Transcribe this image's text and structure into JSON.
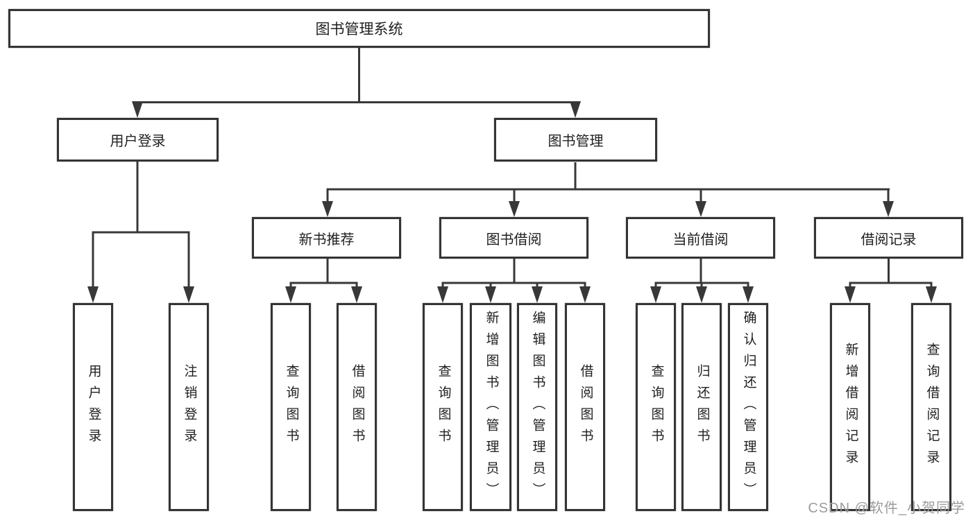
{
  "diagram": {
    "root": "图书管理系统",
    "level2": {
      "user_login": "用户登录",
      "book_mgmt": "图书管理"
    },
    "level3": {
      "new_book_rec": "新书推荐",
      "book_borrow": "图书借阅",
      "current_borrow": "当前借阅",
      "borrow_record": "借阅记录"
    },
    "leaves": [
      "用户登录",
      "注销登录",
      "查询图书",
      "借阅图书",
      "查询图书",
      "新增图书（管理员）",
      "编辑图书（管理员）",
      "借阅图书",
      "查询图书",
      "归还图书",
      "确认归还（管理员）",
      "新增借阅记录",
      "查询借阅记录"
    ],
    "watermark": "CSDN @软件_小贺同学",
    "colors": {
      "line": "#383838",
      "border": "#343434",
      "text": "#1f1f1f",
      "watermark": "#9b9b9b"
    }
  }
}
